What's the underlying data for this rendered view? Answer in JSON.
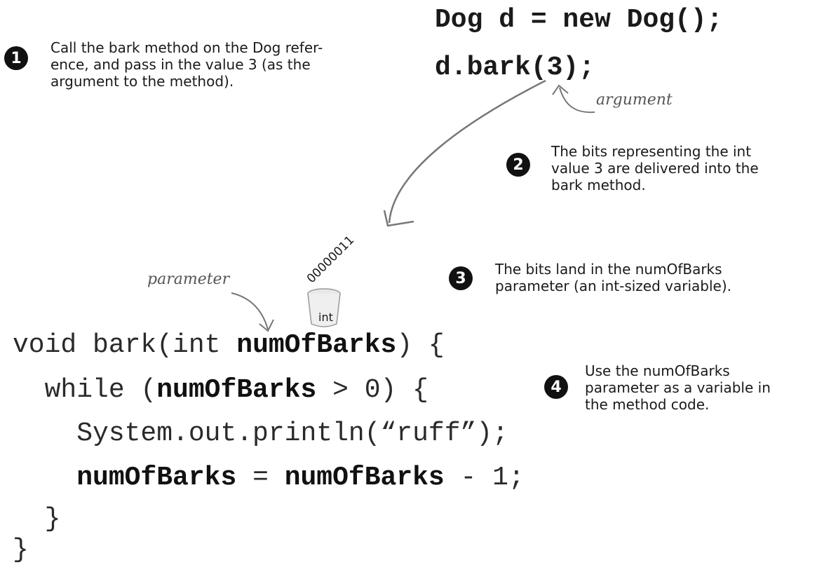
{
  "code_top": {
    "line1": "Dog d = new Dog();",
    "line2": "d.bark(3);"
  },
  "steps": [
    {
      "number": "1",
      "text": "Call the bark method on the Dog refer-\nence, and pass in the value 3 (as the\nargument to the method)."
    },
    {
      "number": "2",
      "text": "The bits representing the int\nvalue 3 are delivered into the\nbark method."
    },
    {
      "number": "3",
      "text": "The bits land in the numOfBarks\nparameter (an int-sized variable)."
    },
    {
      "number": "4",
      "text": "Use the numOfBarks\nparameter as a variable in\nthe method code."
    }
  ],
  "labels": {
    "argument": "argument",
    "parameter": "parameter",
    "bits": "00000011",
    "cup": "int"
  },
  "method_code": {
    "line1_pre": "void bark(int ",
    "line1_bold": "numOfBarks",
    "line1_post": ") {",
    "line2_pre": "  while (",
    "line2_bold": "numOfBarks",
    "line2_post": " > 0) {",
    "line3": "    System.out.println(“ruff”);",
    "line4_pre": "    ",
    "line4_bold1": "numOfBarks",
    "line4_mid": " = ",
    "line4_bold2": "numOfBarks",
    "line4_post": " - 1;",
    "line5": "  }",
    "line6": "}"
  }
}
